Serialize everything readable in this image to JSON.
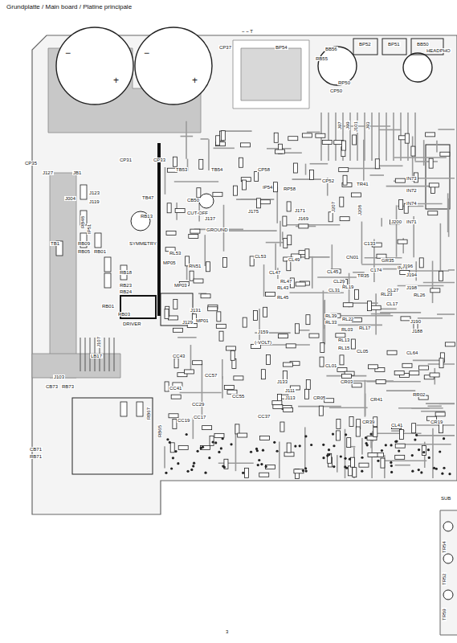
{
  "diagram": {
    "title": "Grundplatte / Main board / Platine principale",
    "labels": [
      "3",
      "SUB",
      "~ ~ T",
      "CP37",
      "BP54",
      "BB56",
      "RB55",
      "BP52",
      "BP51",
      "BB50",
      "HEADPHO",
      "CP35",
      "CP31",
      "CP33",
      "J127",
      "JB1",
      "TB53",
      "TB54",
      "CP58",
      "IP54",
      "RP58",
      "CP52",
      "TR41",
      "RP50",
      "CP50",
      "J123",
      "J119",
      "J004",
      "TB47",
      "CB50",
      "CUT-OFF",
      "RB48",
      "IP51",
      "RB13",
      "SYMMETRY",
      "J137",
      "GROUND",
      "J175",
      "J171",
      "J169",
      "J207",
      "J208",
      "IN73",
      "IN72",
      "IN71",
      "IN70",
      "J200",
      "RL53",
      "RN51",
      "CL53",
      "CL49",
      "CL47",
      "RL47",
      "RL43",
      "RL45",
      "CN01",
      "TR35",
      "C133",
      "GR35",
      "J196",
      "J194",
      "C174",
      "CL45",
      "CL29",
      "RL19",
      "CL27",
      "CL31",
      "RL23",
      "RL26",
      "J190",
      "J188",
      "RL17",
      "RL39",
      "RL33",
      "RL22",
      "RL03",
      "TB1",
      "RB09",
      "RB05",
      "RB01",
      "RB23",
      "RB24",
      "RB18",
      "RB01",
      "RB03",
      "J107",
      "LB17",
      "J103",
      "CB73",
      "RB73",
      "CB71",
      "RB71",
      "RB67",
      "RB65",
      "MP05",
      "MP03",
      "MP01",
      "J131",
      "J129",
      "DRIVER",
      "J159",
      "(-VOLT)",
      "CC43",
      "CC41",
      "CC57",
      "CC55",
      "CC29",
      "CC17",
      "CC19",
      "CC37",
      "CL05",
      "CL01",
      "J111",
      "J113",
      "CR05",
      "CR03",
      "CR41",
      "J133",
      "CR39",
      "CL64",
      "RR02",
      "CR19",
      "CL41",
      "TR54",
      "TR52",
      "TR59",
      "−",
      "+",
      "−",
      "+",
      "J97",
      "J99",
      "J101",
      "J93",
      "IN74",
      "J198",
      "RL13",
      "RL15",
      "CL17"
    ]
  }
}
